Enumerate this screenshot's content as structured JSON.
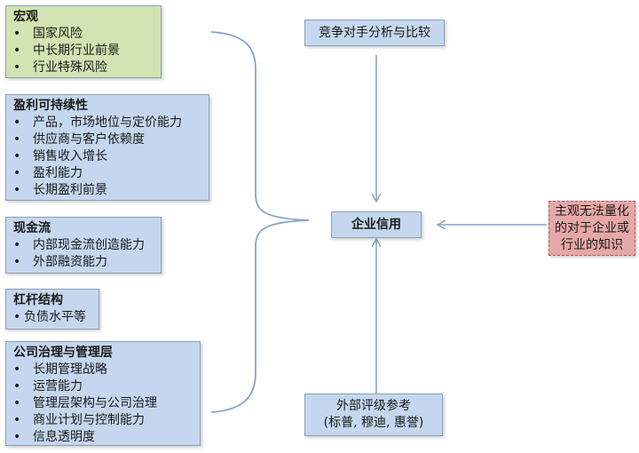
{
  "factor_groups": [
    {
      "title": "宏观",
      "items": [
        "国家风险",
        "中长期行业前景",
        "行业特殊风险"
      ]
    },
    {
      "title": "盈利可持续性",
      "items": [
        "产品，市场地位与定价能力",
        "供应商与客户依赖度",
        "销售收入增长",
        "盈利能力",
        "长期盈利前景"
      ]
    },
    {
      "title": "现金流",
      "items": [
        "内部现金流创造能力",
        "外部融资能力"
      ]
    },
    {
      "title": "杠杆结构",
      "items": [
        "负债水平等"
      ]
    },
    {
      "title": "公司治理与管理层",
      "items": [
        "长期管理战略",
        "运营能力",
        "管理层架构与公司治理",
        "商业计划与控制能力",
        "信息透明度"
      ]
    }
  ],
  "bullet_char": "•",
  "competition": "竞争对手分析与比较",
  "center": "企业信用",
  "external_rating": {
    "line1": "外部评级参考",
    "line2": "(标普, 穆迪, 惠誉)"
  },
  "subjective": [
    "主观无法量化",
    "的对于企业或",
    "行业的知识"
  ],
  "colors": {
    "macro_fill": "#d2e4b2",
    "box_fill": "#c5d7ee",
    "subjective_fill": "#e6a7a7",
    "arrow": "#8aa3c3"
  }
}
